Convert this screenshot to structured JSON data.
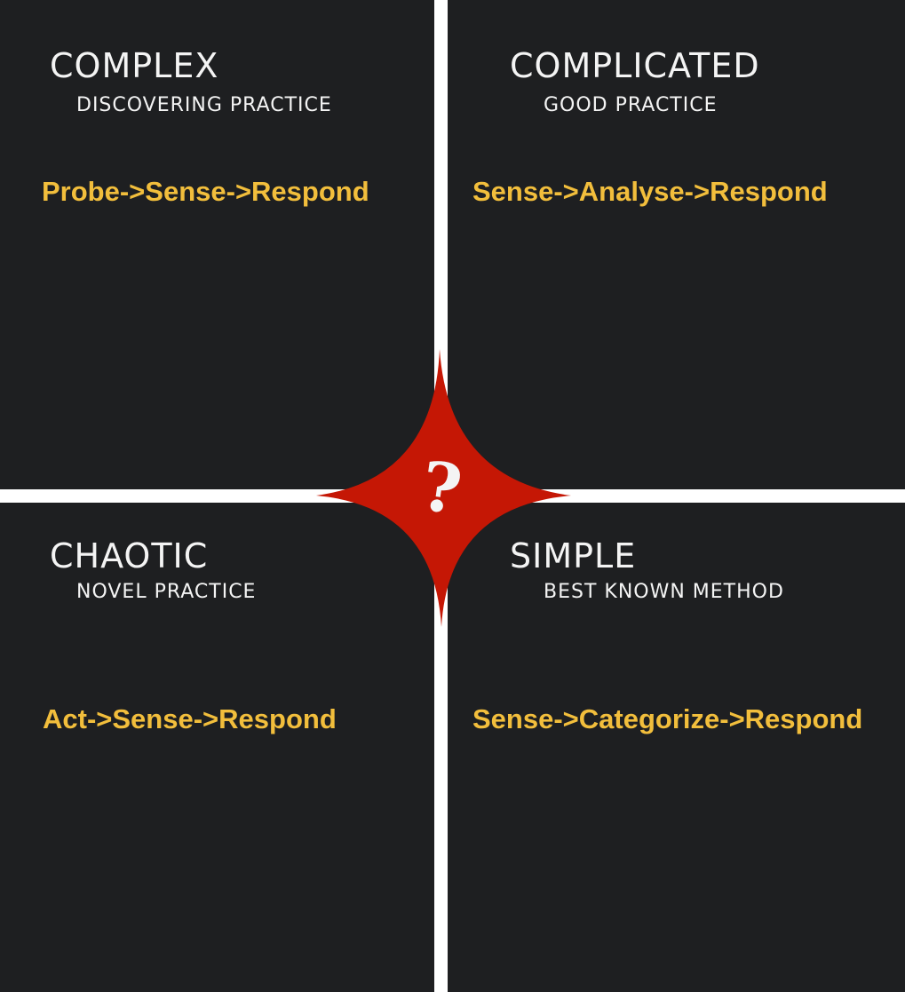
{
  "quadrants": {
    "complex": {
      "title": "Complex",
      "subtitle": "Discovering Practice",
      "method": "Probe->Sense->Respond"
    },
    "complicated": {
      "title": "Complicated",
      "subtitle": "Good Practice",
      "method": "Sense->Analyse->Respond"
    },
    "chaotic": {
      "title": "Chaotic",
      "subtitle": "Novel Practice",
      "method": "Act->Sense->Respond"
    },
    "simple": {
      "title": "Simple",
      "subtitle": "Best Known Method",
      "method": "Sense->Categorize->Respond"
    }
  },
  "center": {
    "symbol": "?"
  },
  "colors": {
    "background": "#1e1f21",
    "divider": "#ffffff",
    "accent": "#f2be3c",
    "star": "#c51705",
    "text": "#f4f4f4"
  }
}
